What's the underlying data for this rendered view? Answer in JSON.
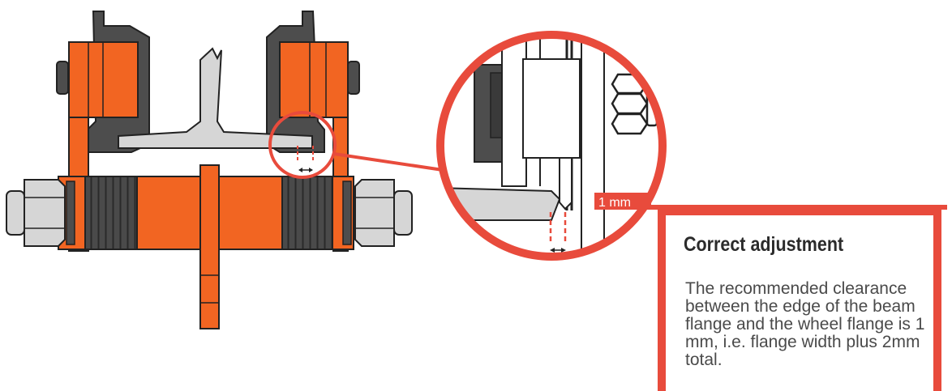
{
  "callout": {
    "label": "1 mm"
  },
  "info": {
    "title": "Correct adjustment",
    "body": "The recommended clearance between the edge of the beam flange and the wheel flange is 1 mm, i.e. flange width plus 2mm total."
  },
  "colors": {
    "orange": "#f26522",
    "red": "#e84b3c",
    "dark": "#4a4a4a",
    "steel": "#d6d6d6"
  }
}
